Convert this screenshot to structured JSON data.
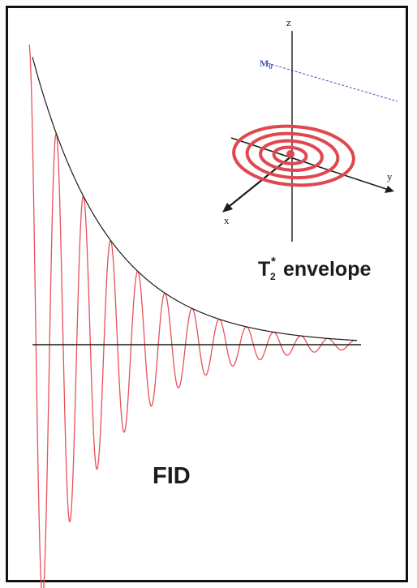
{
  "labels": {
    "envelope_main": "T",
    "envelope_sub": "2",
    "envelope_star": "*",
    "envelope_word": "envelope",
    "fid": "FID"
  },
  "axes3d": {
    "z": "z",
    "x": "x",
    "y": "y",
    "m0_main": "M",
    "m0_sub": "0"
  },
  "colors": {
    "fid": "#e8515a",
    "envelope": "#1c1c1c",
    "axis": "#1c1c1c",
    "rings": "#e0474f",
    "m0_line": "#4a57b6",
    "frame": "#111111"
  }
}
